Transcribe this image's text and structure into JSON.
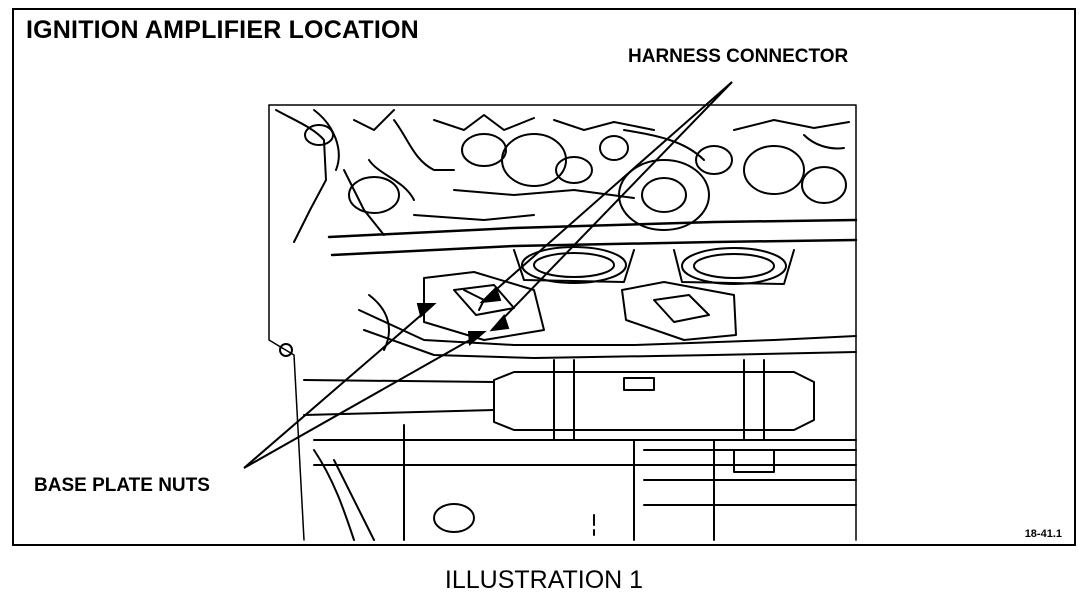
{
  "figure": {
    "title": "IGNITION AMPLIFIER LOCATION",
    "callouts": {
      "harness_connector": "HARNESS CONNECTOR",
      "base_plate_nuts": "BASE PLATE NUTS"
    },
    "figure_number": "18-41.1",
    "caption": "ILLUSTRATION 1"
  }
}
